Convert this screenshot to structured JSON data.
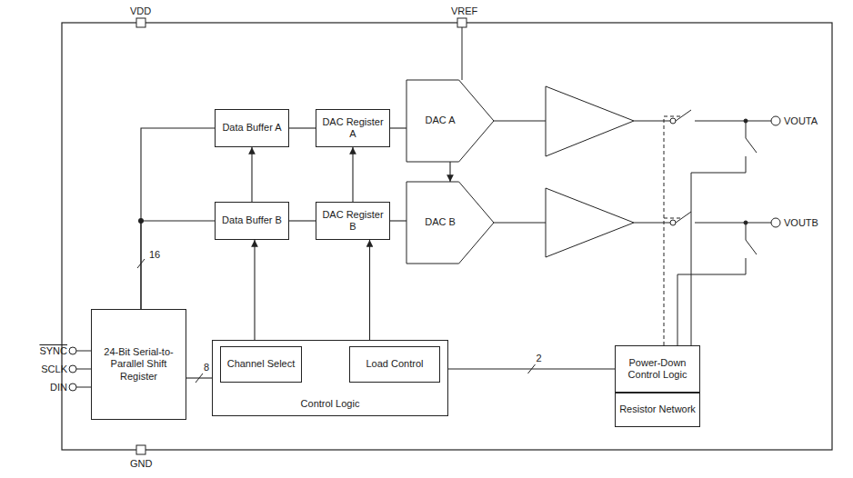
{
  "diagram": {
    "nodes": [
      {
        "text": [
          "Data Buffer A"
        ]
      },
      {
        "text": [
          "DAC Register A"
        ]
      },
      {
        "text": [
          "DAC A"
        ]
      },
      {
        "text": [
          "Data Buffer B"
        ]
      },
      {
        "text": [
          "DAC Register B"
        ]
      },
      {
        "text": [
          "DAC B"
        ]
      },
      {
        "text": [
          "24-Bit Serial-to-Parallel Shift Register"
        ]
      },
      {
        "text": [
          "Control Logic"
        ]
      },
      {
        "text": [
          "Channel Select"
        ],
        "in": 7
      },
      {
        "text": [
          "Load Control"
        ],
        "in": 7
      },
      {
        "text": [
          "Power-Down Control Logic"
        ]
      },
      {
        "text": [
          "Resistor Network"
        ]
      }
    ],
    "edges": [
      {
        "from": 6,
        "to": 0,
        "label": "16",
        "arrow": "none"
      },
      {
        "from": 6,
        "to": 3,
        "arrow": "none"
      },
      {
        "from": 0,
        "to": 1,
        "arrow": "none"
      },
      {
        "from": 3,
        "to": 4,
        "arrow": "none"
      },
      {
        "from": 1,
        "to": 2,
        "arrow": "none"
      },
      {
        "from": 4,
        "to": 5,
        "arrow": "none"
      },
      {
        "from": 8,
        "to": 3,
        "arrow": "to"
      },
      {
        "from": 3,
        "to": 0,
        "arrow": "to"
      },
      {
        "from": 9,
        "to": 4,
        "arrow": "to"
      },
      {
        "from": 4,
        "to": 1,
        "arrow": "to"
      },
      {
        "from": 2,
        "to": 5,
        "arrow": "to"
      },
      {
        "from": 6,
        "to": 7,
        "label": "8",
        "arrow": "none"
      },
      {
        "from": 7,
        "to": 10,
        "label": "2",
        "arrow": "none"
      }
    ],
    "labels": [
      "VDD",
      "VREF",
      "VOUTA",
      "VOUTB",
      "SYNC",
      "SCLK",
      "DIN",
      "GND"
    ]
  }
}
